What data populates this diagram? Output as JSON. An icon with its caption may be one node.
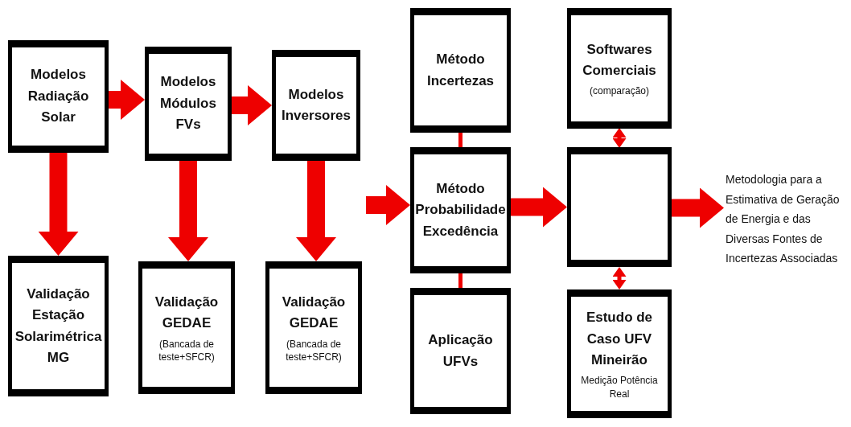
{
  "diagram": {
    "nodes": [
      {
        "text": [
          "Modelos Radiação Solar"
        ]
      },
      {
        "text": [
          "Modelos Módulos FVs"
        ]
      },
      {
        "text": [
          "Modelos Inversores"
        ]
      },
      {
        "text": [
          "Validação Estação Solarimétrica MG"
        ]
      },
      {
        "text": [
          "Validação GEDAE",
          "(Bancada de teste+SFCR)"
        ]
      },
      {
        "text": [
          "Validação GEDAE",
          "(Bancada de teste+SFCR)"
        ]
      },
      {
        "text": [
          "Método Incertezas"
        ]
      },
      {
        "text": [
          "Método Probabilidade Excedência"
        ]
      },
      {
        "text": [
          "Aplicação UFVs"
        ]
      },
      {
        "text": [
          "Softwares Comerciais",
          "(comparação)"
        ]
      },
      {
        "text": [],
        "shape": "box"
      },
      {
        "text": [
          "Estudo de Caso UFV Mineirão",
          "Medição Potência Real"
        ]
      },
      {
        "text": [
          "Metodologia para a Estimativa de Geração de Energia e das Diversas Fontes de Incertezas Associadas"
        ]
      }
    ],
    "edges": [
      {
        "from": 0,
        "to": 1,
        "arrow": "to"
      },
      {
        "from": 1,
        "to": 2,
        "arrow": "to"
      },
      {
        "from": 0,
        "to": 3,
        "arrow": "to"
      },
      {
        "from": 1,
        "to": 4,
        "arrow": "to"
      },
      {
        "from": 2,
        "to": 5,
        "arrow": "to"
      },
      {
        "from": null,
        "to": 7,
        "arrow": "to"
      },
      {
        "from": 6,
        "to": 7,
        "arrow": "none"
      },
      {
        "from": 7,
        "to": 8,
        "arrow": "none"
      },
      {
        "from": 7,
        "to": 10,
        "arrow": "to"
      },
      {
        "from": 9,
        "to": 10,
        "arrow": "both"
      },
      {
        "from": 10,
        "to": 11,
        "arrow": "both"
      },
      {
        "from": 10,
        "to": 12,
        "arrow": "to"
      }
    ]
  }
}
